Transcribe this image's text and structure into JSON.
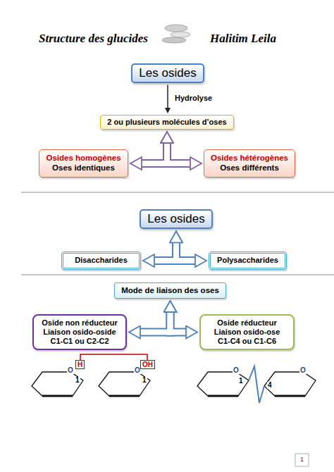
{
  "diagram": {
    "title": "Structure des glucides",
    "nodes": [
      {
        "text": [
          "Les osides"
        ]
      },
      {
        "text": [
          "2 ou plusieurs molécules d’oses"
        ]
      },
      {
        "text": [
          "Osides homogènes",
          "Oses identiques"
        ]
      },
      {
        "text": [
          "Osides hétérogènes",
          "Oses différents"
        ]
      },
      {
        "text": [
          "Les osides"
        ]
      },
      {
        "text": [
          "Disaccharides"
        ]
      },
      {
        "text": [
          "Polysaccharides"
        ]
      },
      {
        "text": [
          "Mode de liaison des oses"
        ]
      },
      {
        "text": [
          "Oside non réducteur",
          "Liaison osido-oside",
          "C1-C1  ou  C2-C2"
        ]
      },
      {
        "text": [
          "Oside réducteur",
          "Liaison osido-ose",
          "C1-C4 ou C1-C6"
        ]
      }
    ],
    "edges": [
      {
        "from": 0,
        "to": 1,
        "arrow": "to",
        "label": "Hydrolyse"
      },
      {
        "from": 1,
        "to": 2,
        "arrow": "both"
      },
      {
        "from": 1,
        "to": 3,
        "arrow": "both"
      },
      {
        "from": 4,
        "to": 5,
        "arrow": "both"
      },
      {
        "from": 4,
        "to": 6,
        "arrow": "both"
      },
      {
        "from": 7,
        "to": 8,
        "arrow": "both"
      },
      {
        "from": 7,
        "to": 9,
        "arrow": "both"
      }
    ],
    "labels": [
      "Halitim Leila",
      "O",
      "H",
      "1",
      "O",
      "OH",
      "1",
      "O",
      "1",
      "4",
      "O",
      "1"
    ]
  }
}
